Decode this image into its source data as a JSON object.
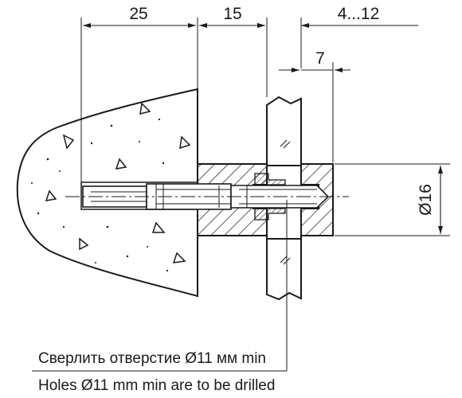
{
  "dimensions": {
    "embed_depth": "25",
    "spacer_length": "15",
    "glass_thickness": "4...12",
    "cap_length": "7",
    "diameter": "Ø16"
  },
  "notes": {
    "ru": "Сверлить отверстие Ø11 мм min",
    "en": "Holes Ø11 mm min are to be drilled"
  },
  "colors": {
    "line": "#1a1a1a",
    "background": "#ffffff"
  }
}
